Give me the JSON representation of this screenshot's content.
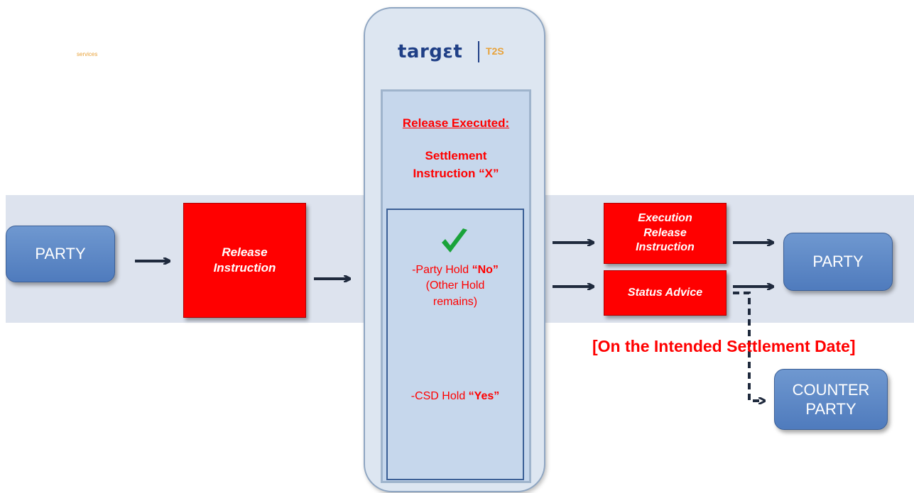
{
  "left_party": {
    "label": "PARTY"
  },
  "release_instruction": {
    "label_line1": "Release",
    "label_line2": "Instruction"
  },
  "t2s": {
    "logo_word": "targεt",
    "logo_services": "services",
    "logo_product": "T2S",
    "release_executed": "Release Executed:",
    "settlement_line1": "Settlement",
    "settlement_line2": "Instruction “X”",
    "party_hold_prefix": "-Party Hold ",
    "party_hold_value": "“No”",
    "other_hold_line1": "(Other Hold",
    "other_hold_line2": "remains)",
    "csd_hold_prefix": "-CSD Hold ",
    "csd_hold_value": "“Yes”"
  },
  "execution_release": {
    "line1": "Execution",
    "line2": "Release",
    "line3": "Instruction"
  },
  "status_advice": {
    "label": "Status Advice"
  },
  "right_party": {
    "label": "PARTY"
  },
  "counter_party": {
    "line1": "COUNTER",
    "line2": "PARTY"
  },
  "intended_date_note": "[On the Intended Settlement Date]",
  "colors": {
    "accent_red": "#ff0000",
    "box_blue": "#4f7bbd",
    "arrow": "#1f2a3d",
    "check_green": "#1aa33a"
  }
}
